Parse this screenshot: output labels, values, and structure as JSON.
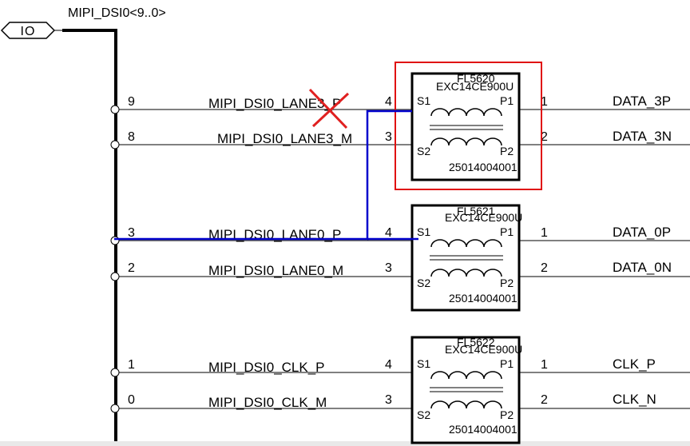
{
  "bus": {
    "label": "MIPI_DSI0<9..0>",
    "port": "IO"
  },
  "rows": [
    {
      "bus_index": "9",
      "net": "MIPI_DSI0_LANE3_P",
      "pin_in": "4",
      "pin_out": "1",
      "out_net": "DATA_3P"
    },
    {
      "bus_index": "8",
      "net": "MIPI_DSI0_LANE3_M",
      "pin_in": "3",
      "pin_out": "2",
      "out_net": "DATA_3N"
    },
    {
      "bus_index": "3",
      "net": "MIPI_DSI0_LANE0_P",
      "pin_in": "4",
      "pin_out": "1",
      "out_net": "DATA_0P"
    },
    {
      "bus_index": "2",
      "net": "MIPI_DSI0_LANE0_M",
      "pin_in": "3",
      "pin_out": "2",
      "out_net": "DATA_0N"
    },
    {
      "bus_index": "1",
      "net": "MIPI_DSI0_CLK_P",
      "pin_in": "4",
      "pin_out": "1",
      "out_net": "CLK_P"
    },
    {
      "bus_index": "0",
      "net": "MIPI_DSI0_CLK_M",
      "pin_in": "3",
      "pin_out": "2",
      "out_net": "CLK_N"
    }
  ],
  "filters": [
    {
      "refdes": "FL5620",
      "part": "EXC14CE900U",
      "part_number": "25014004001",
      "pins": {
        "s1": "S1",
        "s2": "S2",
        "p1": "P1",
        "p2": "P2"
      }
    },
    {
      "refdes": "FL5621",
      "part": "EXC14CE900U",
      "part_number": "25014004001",
      "pins": {
        "s1": "S1",
        "s2": "S2",
        "p1": "P1",
        "p2": "P2"
      }
    },
    {
      "refdes": "FL5622",
      "part": "EXC14CE900U",
      "part_number": "25014004001",
      "pins": {
        "s1": "S1",
        "s2": "S2",
        "p1": "P1",
        "p2": "P2"
      }
    }
  ],
  "annotations": {
    "highlight_color": "#e01010",
    "strike_color": "#e02020",
    "reroute_color": "#0000cc"
  }
}
